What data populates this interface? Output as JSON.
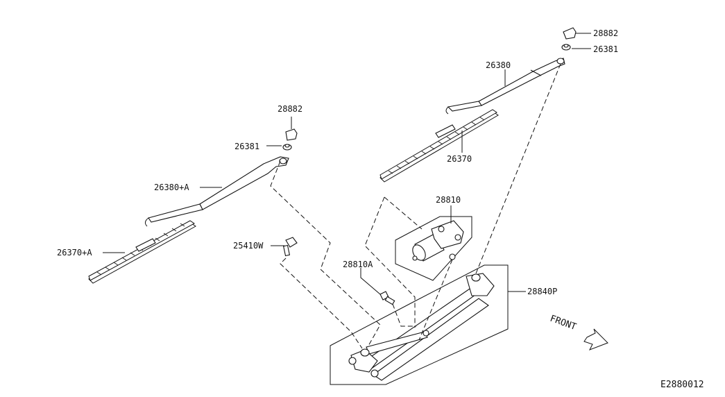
{
  "labels": {
    "cap_right": "28882",
    "nut_right": "26381",
    "arm_right": "26380",
    "blade_right": "26370",
    "cap_left": "28882",
    "nut_left": "26381",
    "arm_left": "26380+A",
    "blade_left": "26370+A",
    "motor": "28810",
    "motor_bolt": "28810A",
    "bolt": "25410W",
    "linkage": "28840P",
    "front": "FRONT",
    "diagram_id": "E2880012"
  }
}
